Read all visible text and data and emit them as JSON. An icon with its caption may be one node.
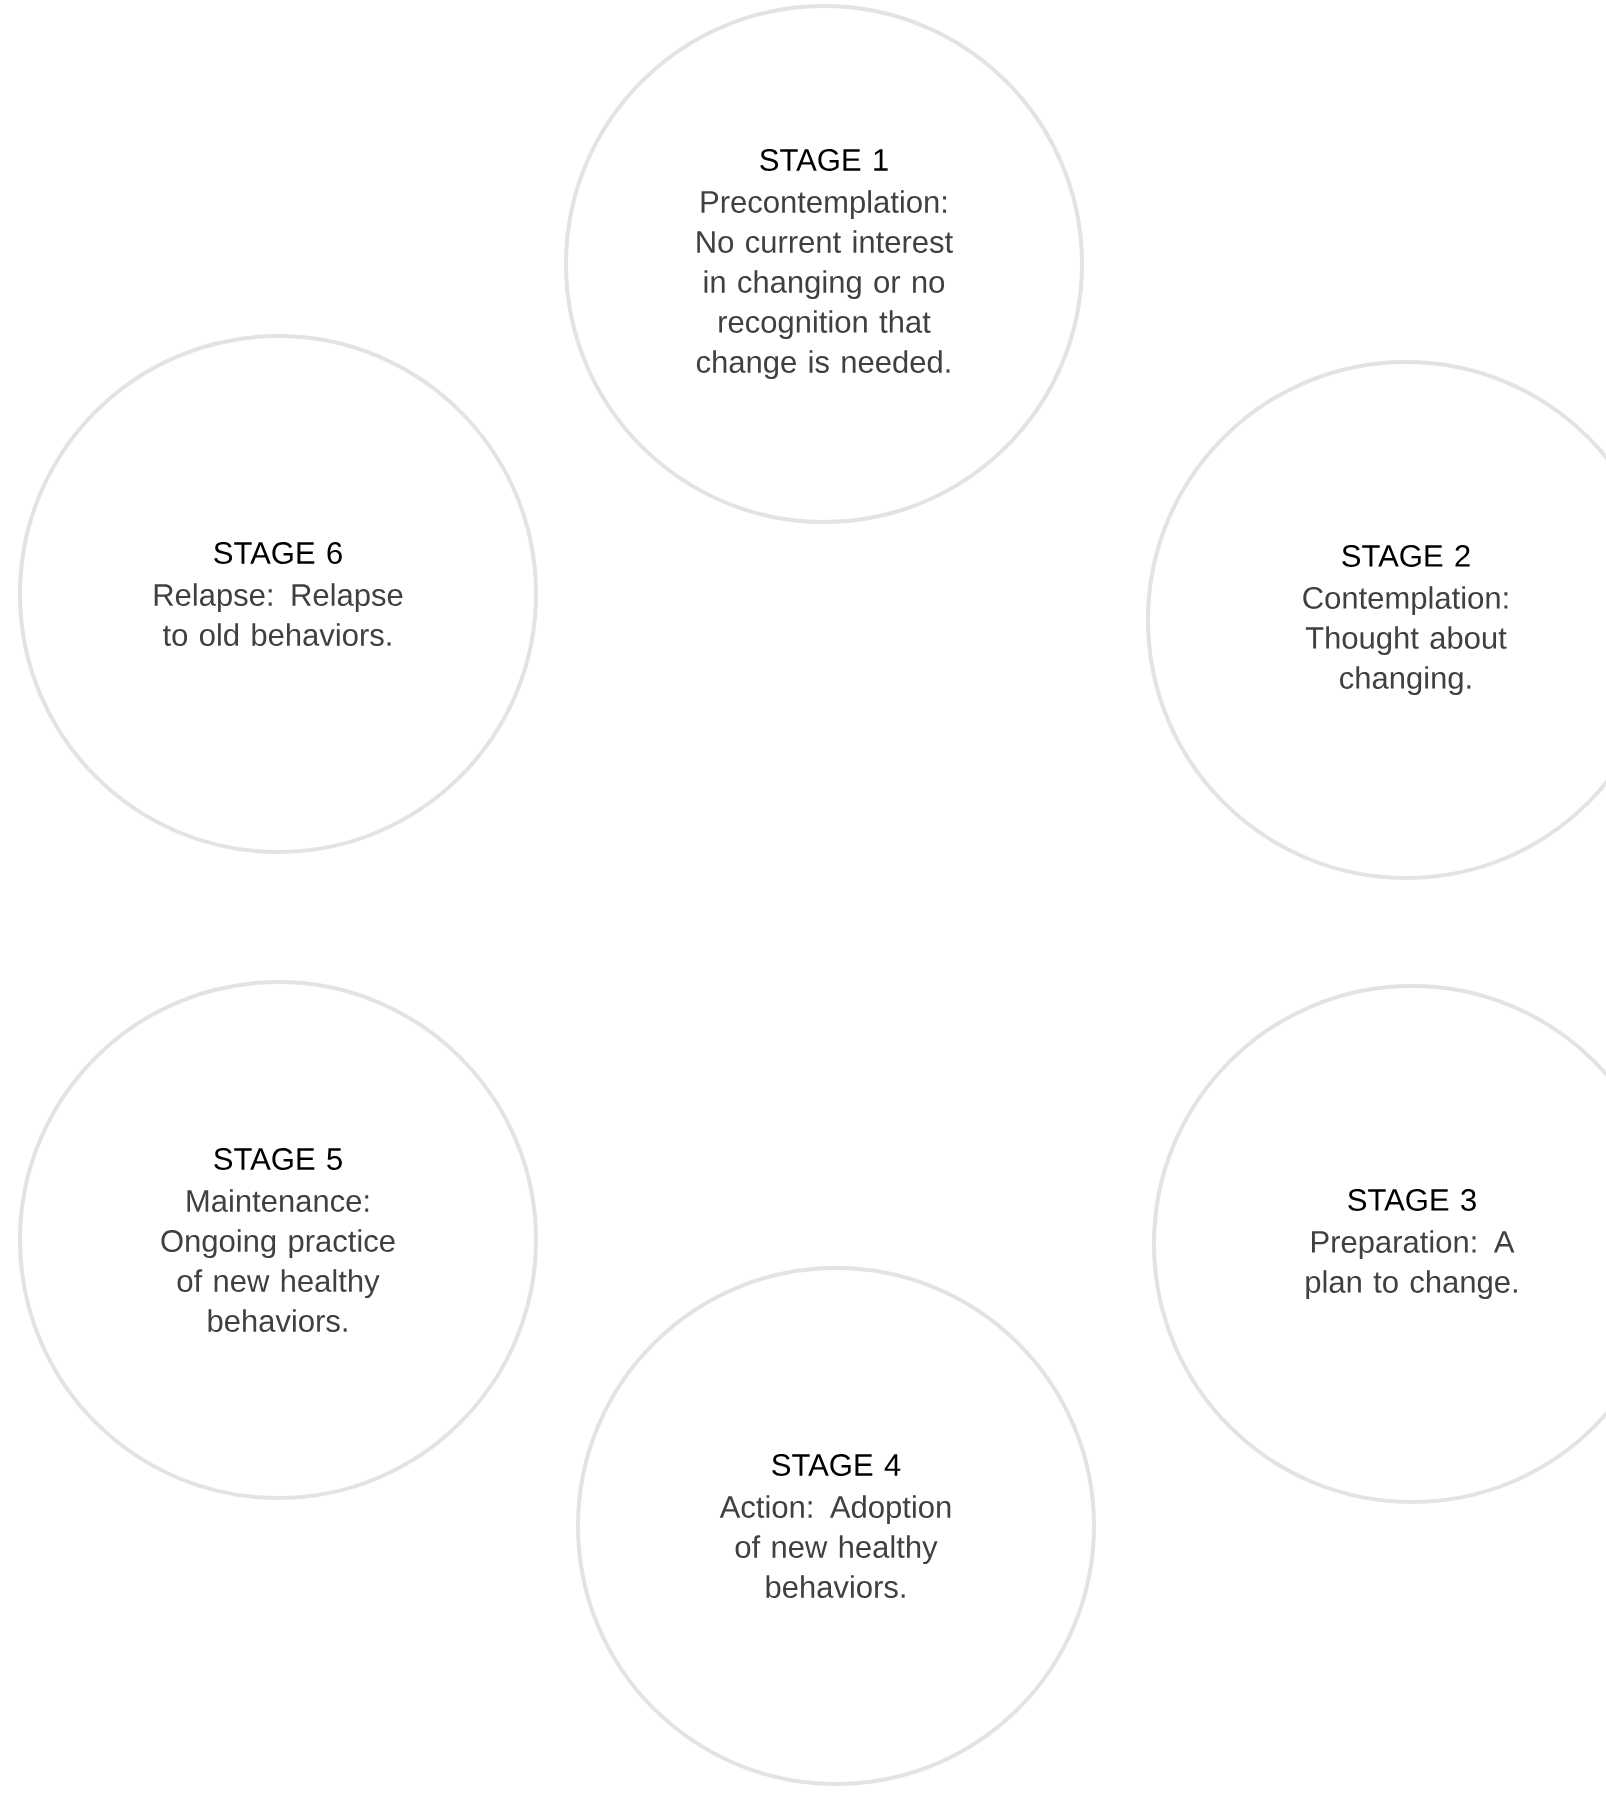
{
  "diagram": {
    "nodes": [
      {
        "text": [
          "STAGE 1",
          "Precontemplation: No current interest in changing or no recognition that change is needed."
        ]
      },
      {
        "text": [
          "STAGE 2",
          "Contemplation: Thought about changing."
        ]
      },
      {
        "text": [
          "STAGE 3",
          "Preparation: A plan to change."
        ]
      },
      {
        "text": [
          "STAGE 4",
          "Action: Adoption of new healthy behaviors."
        ]
      },
      {
        "text": [
          "STAGE 5",
          "Maintenance: Ongoing practice of new healthy behaviors."
        ]
      },
      {
        "text": [
          "STAGE 6",
          "Relapse: Relapse to old behaviors."
        ]
      }
    ]
  }
}
